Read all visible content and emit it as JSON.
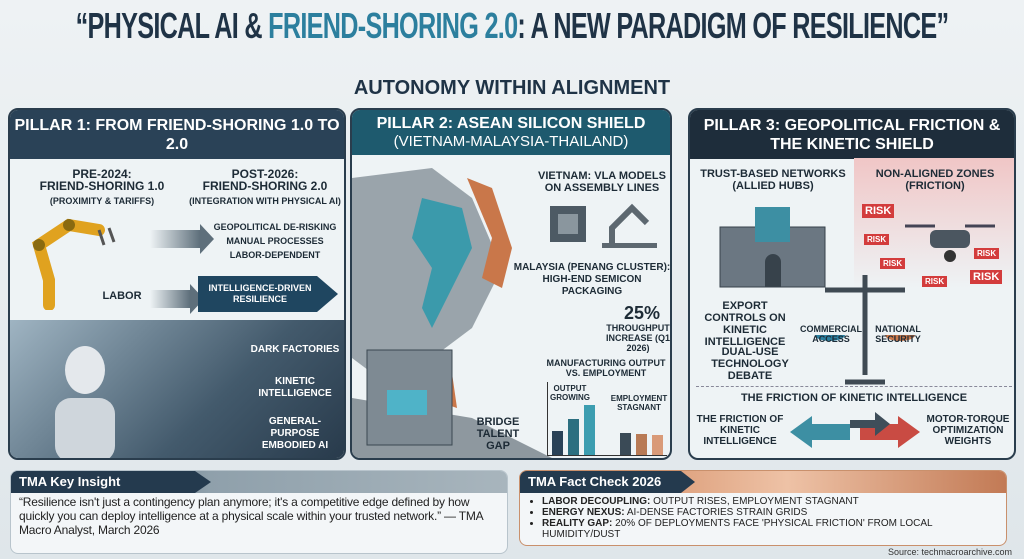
{
  "title": {
    "part1": "“PHYSICAL AI & ",
    "highlight": "FRIEND-SHORING 2.0",
    "part2": ": A NEW PARADIGM OF RESILIENCE”"
  },
  "subtitle": "AUTONOMY WITHIN ALIGNMENT",
  "pillar1": {
    "header": "PILLAR 1: FROM FRIEND-SHORING 1.0 TO 2.0",
    "pre_title": "PRE-2024:\nFRIEND-SHORING 1.0",
    "pre_sub": "(PROXIMITY & TARIFFS)",
    "post_title": "POST-2026:\nFRIEND-SHORING 2.0",
    "post_sub": "(INTEGRATION WITH PHYSICAL AI)",
    "items": [
      "GEOPOLITICAL DE-RISKING",
      "MANUAL PROCESSES",
      "LABOR-DEPENDENT"
    ],
    "labor": "LABOR",
    "banner": "INTELLIGENCE-DRIVEN RESILIENCE",
    "callouts": [
      "DARK FACTORIES",
      "KINETIC INTELLIGENCE",
      "GENERAL-PURPOSE EMBODIED AI"
    ]
  },
  "pillar2": {
    "header": "PILLAR 2: ASEAN SILICON SHIELD",
    "header_sub": "(VIETNAM-MALAYSIA-THAILAND)",
    "vietnam": "VIETNAM: VLA MODELS ON ASSEMBLY LINES",
    "malaysia": "MALAYSIA (PENANG CLUSTER): HIGH-END SEMICON PACKAGING",
    "stat_value": "25%",
    "stat_label": "THROUGHPUT INCREASE (Q1 2026)",
    "chart_title": "MANUFACTURING OUTPUT VS. EMPLOYMENT",
    "output_label": "OUTPUT GROWING",
    "employment_label": "EMPLOYMENT STAGNANT",
    "talent": "BRIDGE TALENT GAP"
  },
  "pillar3": {
    "header": "PILLAR 3: GEOPOLITICAL FRICTION & THE KINETIC SHIELD",
    "trust": "TRUST-BASED NETWORKS (ALLIED HUBS)",
    "nonaligned": "NON-ALIGNED ZONES (FRICTION)",
    "risk": "RISK",
    "export": "EXPORT CONTROLS ON KINETIC INTELLIGENCE",
    "dual": "DUAL-USE TECHNOLOGY DEBATE",
    "commercial": "COMMERCIAL ACCESS",
    "national": "NATIONAL SECURITY",
    "friction_title": "THE FRICTION OF KINETIC INTELLIGENCE",
    "left": "THE FRICTION OF KINETIC INTELLIGENCE",
    "right": "MOTOR-TORQUE OPTIMIZATION WEIGHTS"
  },
  "insight": {
    "tag": "TMA Key Insight",
    "quote": "“Resilience isn't just a contingency plan anymore; it's a competitive edge defined by how quickly you can deploy intelligence at a physical scale within your trusted network.” — TMA Macro Analyst, March 2026"
  },
  "factcheck": {
    "tag": "TMA Fact Check 2026",
    "items": [
      {
        "label": "LABOR DECOUPLING:",
        "text": " OUTPUT RISES, EMPLOYMENT STAGNANT"
      },
      {
        "label": "ENERGY NEXUS:",
        "text": " AI-DENSE FACTORIES STRAIN GRIDS"
      },
      {
        "label": "REALITY GAP:",
        "text": " 20% OF DEPLOYMENTS FACE 'PHYSICAL FRICTION' FROM LOCAL HUMIDITY/DUST"
      }
    ]
  },
  "source": "Source: techmacroarchive.com",
  "colors": {
    "navy": "#1f3346",
    "teal": "#2c7f9e",
    "orange": "#c9774a",
    "risk": "#d33c3c"
  }
}
